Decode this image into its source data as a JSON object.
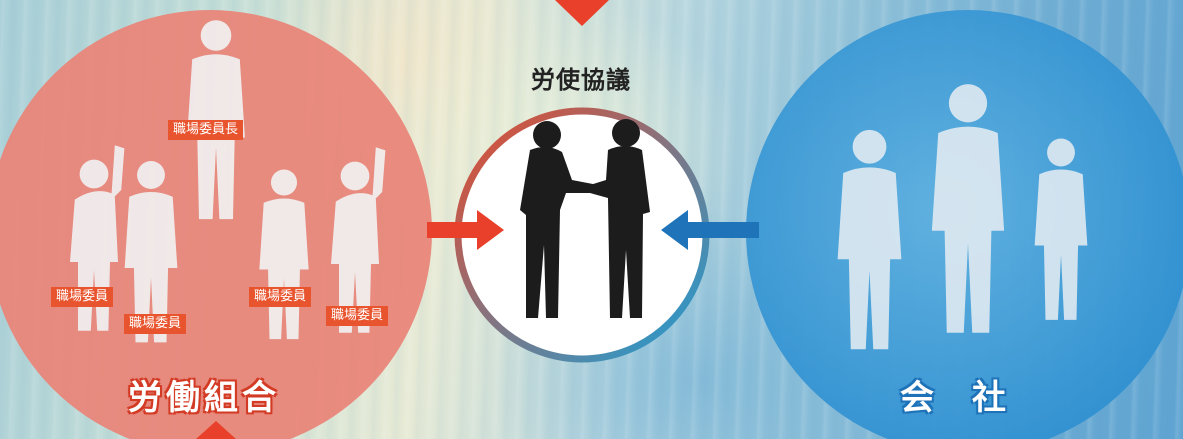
{
  "diagram": {
    "union": {
      "title": "労働組合",
      "chief_label": "職場委員長",
      "member_labels": [
        "職場委員",
        "職場委員",
        "職場委員",
        "職場委員"
      ]
    },
    "negotiation": {
      "title": "労使協議"
    },
    "company": {
      "title": "会社"
    }
  },
  "colors": {
    "union_red": "#e8542e",
    "company_blue": "#1f73b8",
    "negotiation_text": "#222222"
  },
  "icons": [
    "person-silhouette-icon",
    "handshake-icon",
    "arrow-right-icon",
    "arrow-left-icon",
    "triangle-down-icon",
    "triangle-up-icon"
  ]
}
